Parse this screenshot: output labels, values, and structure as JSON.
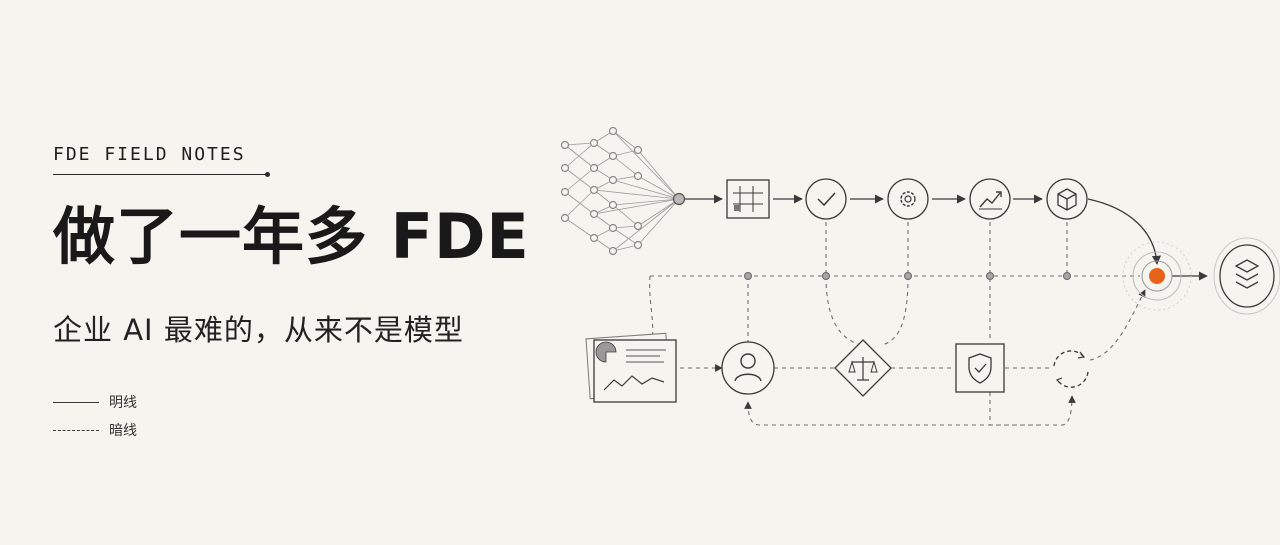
{
  "header": {
    "kicker": "FDE FIELD NOTES",
    "title": "做了一年多 FDE",
    "subtitle": "企业 AI 最难的，从来不是模型"
  },
  "legend": {
    "solid_label": "明线",
    "dashed_label": "暗线"
  },
  "diagram": {
    "accent_color": "#e8631a",
    "line_color": "#3a3a3a",
    "top_row_icons": [
      "grid-icon",
      "check-icon",
      "gear-icon",
      "trend-chart-icon",
      "cube-icon"
    ],
    "bottom_row_icons": [
      "report-documents-icon",
      "user-icon",
      "scale-icon",
      "shield-check-icon",
      "cycle-icon"
    ],
    "end_icons": [
      "target-node-icon",
      "layers-icon"
    ]
  }
}
